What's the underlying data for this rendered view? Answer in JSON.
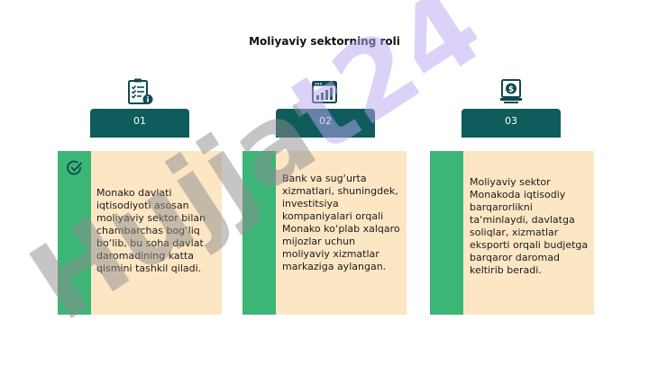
{
  "slide": {
    "title": "Moliyaviy sektorning roli"
  },
  "columns": [
    {
      "number": "01",
      "icon": "clipboard-checklist-icon",
      "text": "Monako davlati iqtisodiyoti asosan moliyaviy sektor bilan chambarchas bog‘liq bo‘lib, bu soha davlat daromadining katta qismini tashkil qiladi."
    },
    {
      "number": "02",
      "icon": "bar-chart-window-icon",
      "text": "Bank va sug‘urta xizmatlari, shuningdek, investitsiya kompaniyalari orqali Monako ko‘plab xalqaro mijozlar uchun moliyaviy xizmatlar markaziga aylangan."
    },
    {
      "number": "03",
      "icon": "money-monitor-icon",
      "text": "Moliyaviy sektor Monakoda iqtisodiy barqarorlikni ta‘minlaydi, davlatga soliqlar, xizmatlar eksporti orqali budjetga barqaror daromad keltirib beradi."
    }
  ],
  "watermark": {
    "text": "Hujjat24"
  },
  "colors": {
    "tab": "#0e5c5c",
    "stripe": "#3bb677",
    "card": "#fde6c3",
    "watermark_gray": "#8c8c8c",
    "watermark_purple": "#b9a6f2"
  }
}
